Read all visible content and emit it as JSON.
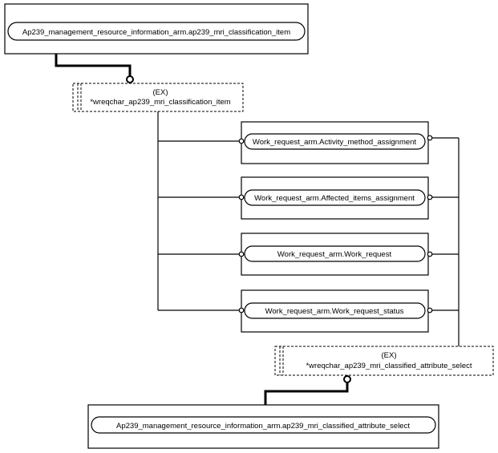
{
  "nodes": {
    "top_entity": {
      "label": "Ap239_management_resource_information_arm.ap239_mri_classification_item"
    },
    "top_select": {
      "tag": "(EX)",
      "label": "*wreqchar_ap239_mri_classification_item"
    },
    "e1": {
      "label": "Work_request_arm.Activity_method_assignment"
    },
    "e2": {
      "label": "Work_request_arm.Affected_items_assignment"
    },
    "e3": {
      "label": "Work_request_arm.Work_request"
    },
    "e4": {
      "label": "Work_request_arm.Work_request_status"
    },
    "bottom_select": {
      "tag": "(EX)",
      "label": "*wreqchar_ap239_mri_classified_attribute_select"
    },
    "bottom_entity": {
      "label": "Ap239_management_resource_information_arm.ap239_mri_classified_attribute_select"
    }
  }
}
